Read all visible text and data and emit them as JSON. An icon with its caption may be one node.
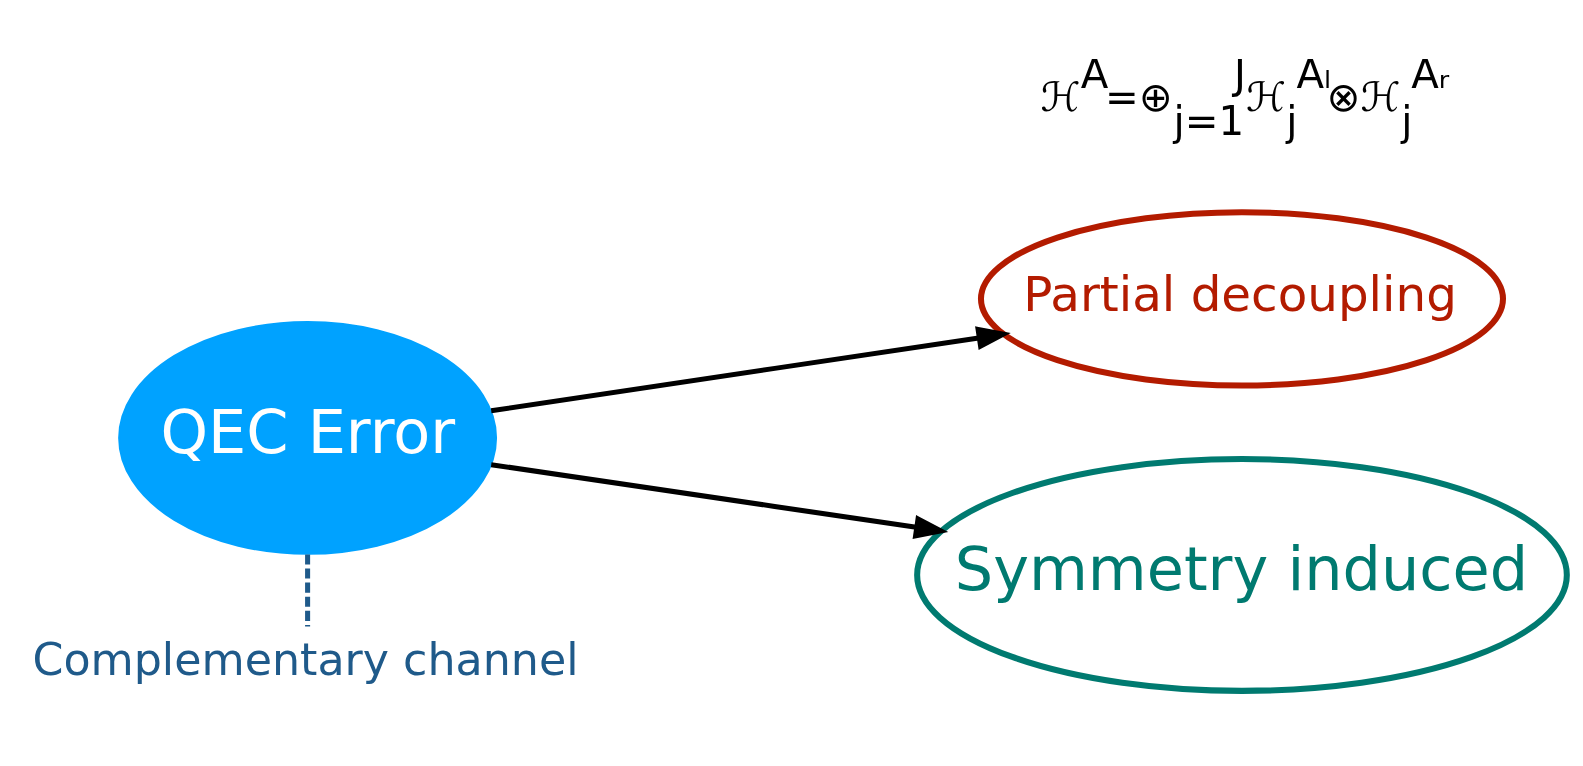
{
  "diagram": {
    "nodes": [
      {
        "text": [
          "QEC Error"
        ]
      },
      {
        "text": [
          "Partial decoupling"
        ],
        "beside": [
          "ℋ$^{A}$=⊕$_{j=1}$$^{J}$ℋ$_{j}$$^{Aₗ}$⊗ℋ$_{j}$$^{Aᵣ}$"
        ]
      },
      {
        "text": [
          "Symmetry induced"
        ]
      },
      {
        "text": [
          "Complementary channel"
        ]
      }
    ],
    "edges": [
      {
        "from": 0,
        "to": 1,
        "arrow": "to"
      },
      {
        "from": 0,
        "to": 2,
        "arrow": "to"
      },
      {
        "from": 0,
        "to": 3,
        "arrow": "none",
        "style": "dashed",
        "color": "#1f5a8a"
      }
    ]
  }
}
